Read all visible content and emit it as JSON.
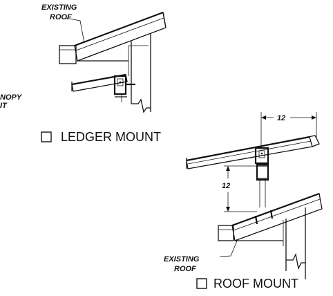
{
  "callouts": {
    "existing_roof_top_line1": "EXISTING",
    "existing_roof_top_line2": "ROOF",
    "canopy_partial_line1": "NOPY",
    "canopy_partial_line2": "IT",
    "existing_roof_bottom_line1": "EXISTING",
    "existing_roof_bottom_line2": "ROOF"
  },
  "dimensions": {
    "horizontal": "12",
    "vertical": "12"
  },
  "options": [
    {
      "label": "LEDGER MOUNT",
      "checked": false
    },
    {
      "label": "ROOF MOUNT",
      "checked": false
    }
  ]
}
